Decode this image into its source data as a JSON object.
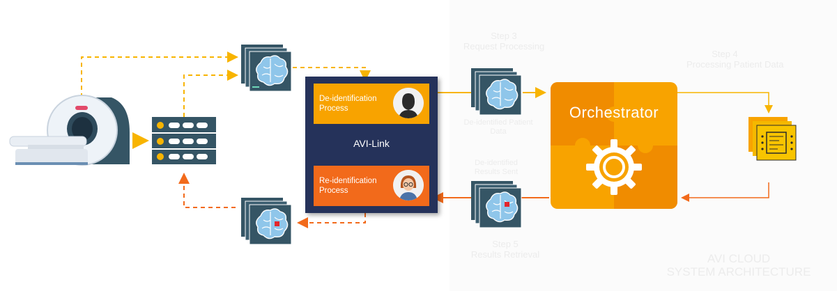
{
  "avi_link": {
    "title": "AVI-Link",
    "deid_label": "De-identification Process",
    "reid_label": "Re-identification Process"
  },
  "orchestrator": {
    "title": "Orchestrator"
  },
  "cloud": {
    "step3": {
      "title": "Step 3",
      "subtitle": "Request Processing"
    },
    "step4": {
      "title": "Step 4",
      "subtitle": "Processing Patient Data"
    },
    "step5": {
      "title": "Step 5",
      "subtitle": "Results Retrieval"
    },
    "deid_data_label": "De-identified Patient Data",
    "deid_results_label": "De-identified Results Sent",
    "system_title_1": "AVI CLOUD",
    "system_title_2": "SYSTEM ARCHITECTURE"
  },
  "colors": {
    "navy": "#25325a",
    "yellow": "#f8b400",
    "orange": "#f26a1b",
    "orchestrator_light": "#f8a300",
    "orchestrator_dark": "#f08c00",
    "slate": "#355565"
  },
  "icons": [
    "mri-scanner-icon",
    "server-rack-icon",
    "brain-scan-stack-icon",
    "anonymous-person-icon",
    "woman-avatar-icon",
    "gear-icon",
    "ai-chip-icon"
  ]
}
